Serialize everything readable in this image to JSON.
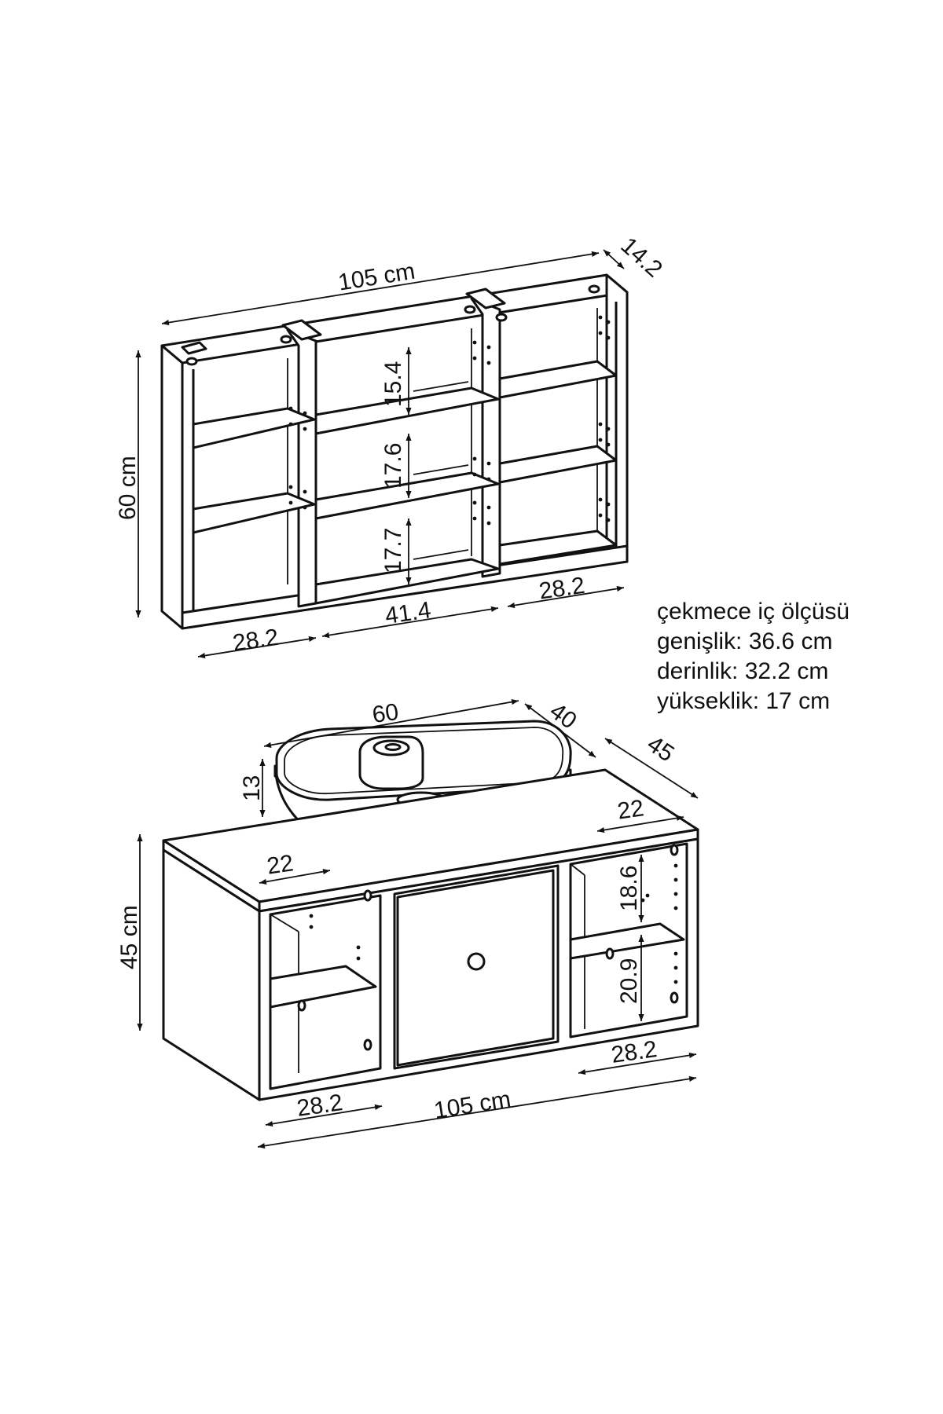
{
  "shelf_unit": {
    "width_label": "105 cm",
    "depth_label": "14.2",
    "height_label": "60 cm",
    "row_heights": [
      "15.4",
      "17.6",
      "17.7"
    ],
    "col_widths": [
      "28.2",
      "41.4",
      "28.2"
    ]
  },
  "drawer_note": {
    "title": "çekmece iç ölçüsü",
    "width": "genişlik: 36.6 cm",
    "depth": "derinlik: 32.2 cm",
    "height": "yükseklik: 17 cm"
  },
  "basin": {
    "width_label": "60",
    "depth_label": "40",
    "height_label": "13"
  },
  "cabinet": {
    "depth_label": "45",
    "height_label": "45 cm",
    "width_label": "105 cm",
    "left_shelf_depth": "22",
    "right_shelf_depth": "22",
    "right_upper_height": "18.6",
    "right_lower_height": "20.9",
    "left_width": "28.2",
    "right_width": "28.2"
  }
}
